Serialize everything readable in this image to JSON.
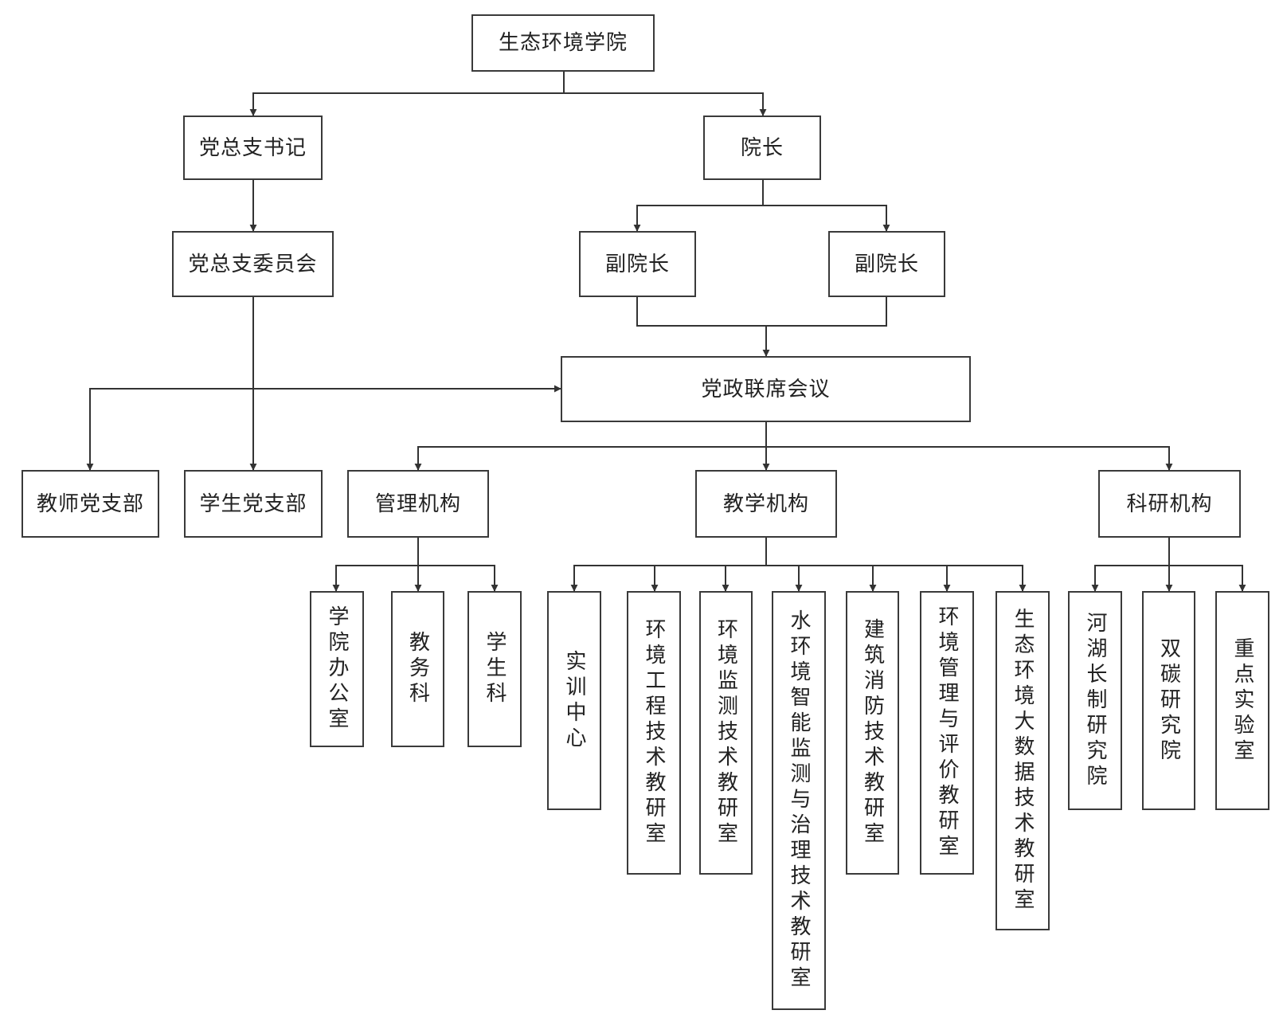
{
  "nodes": {
    "college": "生态环境学院",
    "secretary": "党总支书记",
    "dean": "院长",
    "committee": "党总支委员会",
    "vicedean1": "副院长",
    "vicedean2": "副院长",
    "joint_meeting": "党政联席会议",
    "teacher_branch": "教师党支部",
    "student_branch": "学生党支部",
    "admin_org": "管理机构",
    "teaching_org": "教学机构",
    "research_org": "科研机构",
    "office": "学院办公室",
    "academic_affairs": "教务科",
    "student_affairs": "学生科",
    "training_center": "实训中心",
    "env_eng": "环境工程技术教研室",
    "env_monitor": "环境监测技术教研室",
    "water_env": "水环境智能监测与治理技术教研室",
    "fire": "建筑消防技术教研室",
    "env_mgmt": "环境管理与评价教研室",
    "bigdata": "生态环境大数据技术教研室",
    "river": "河湖长制研究院",
    "carbon": "双碳研究院",
    "keylab": "重点实验室"
  }
}
